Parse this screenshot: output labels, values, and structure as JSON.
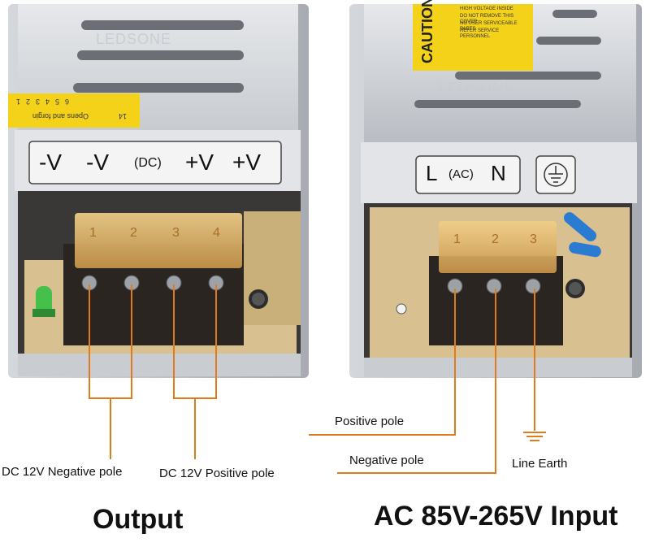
{
  "left_unit": {
    "watermark": "LEDSONE",
    "sticker_text": "Opens and forgin",
    "sticker_numbers": [
      "1",
      "2",
      "3",
      "4",
      "5",
      "6",
      "14"
    ],
    "terminal_labels": {
      "neg1": "-V",
      "neg2": "-V",
      "mid": "(DC)",
      "pos1": "+V",
      "pos2": "+V"
    },
    "block_numbers": [
      "1",
      "2",
      "3",
      "4"
    ]
  },
  "right_unit": {
    "watermark": "LEDSONE",
    "caution_title": "CAUTION",
    "caution_lines": [
      "HIGH VOLTAGE INSIDE",
      "DO NOT REMOVE THIS COVER",
      "NO USER SERVICEABLE PARTS",
      "REFER SERVICE PERSONNEL"
    ],
    "terminal_labels": {
      "l": "L",
      "mid": "(AC)",
      "n": "N"
    },
    "earth_symbol_name": "ground-icon",
    "block_numbers": [
      "1",
      "2",
      "3"
    ]
  },
  "annotations": {
    "dc_negative": "DC 12V Negative pole",
    "dc_positive": "DC 12V Positive pole",
    "positive_pole": "Positive pole",
    "negative_pole": "Negative pole",
    "line_earth": "Line Earth"
  },
  "captions": {
    "output": "Output",
    "input": "AC 85V-265V Input"
  },
  "colors": {
    "wire": "#e07a1f",
    "yellow_sticker": "#f5d21a",
    "terminal_cover": "#e0b867",
    "terminal_body": "#2a2520",
    "pcb": "#d8c090",
    "metal": "#c9ccd1"
  }
}
